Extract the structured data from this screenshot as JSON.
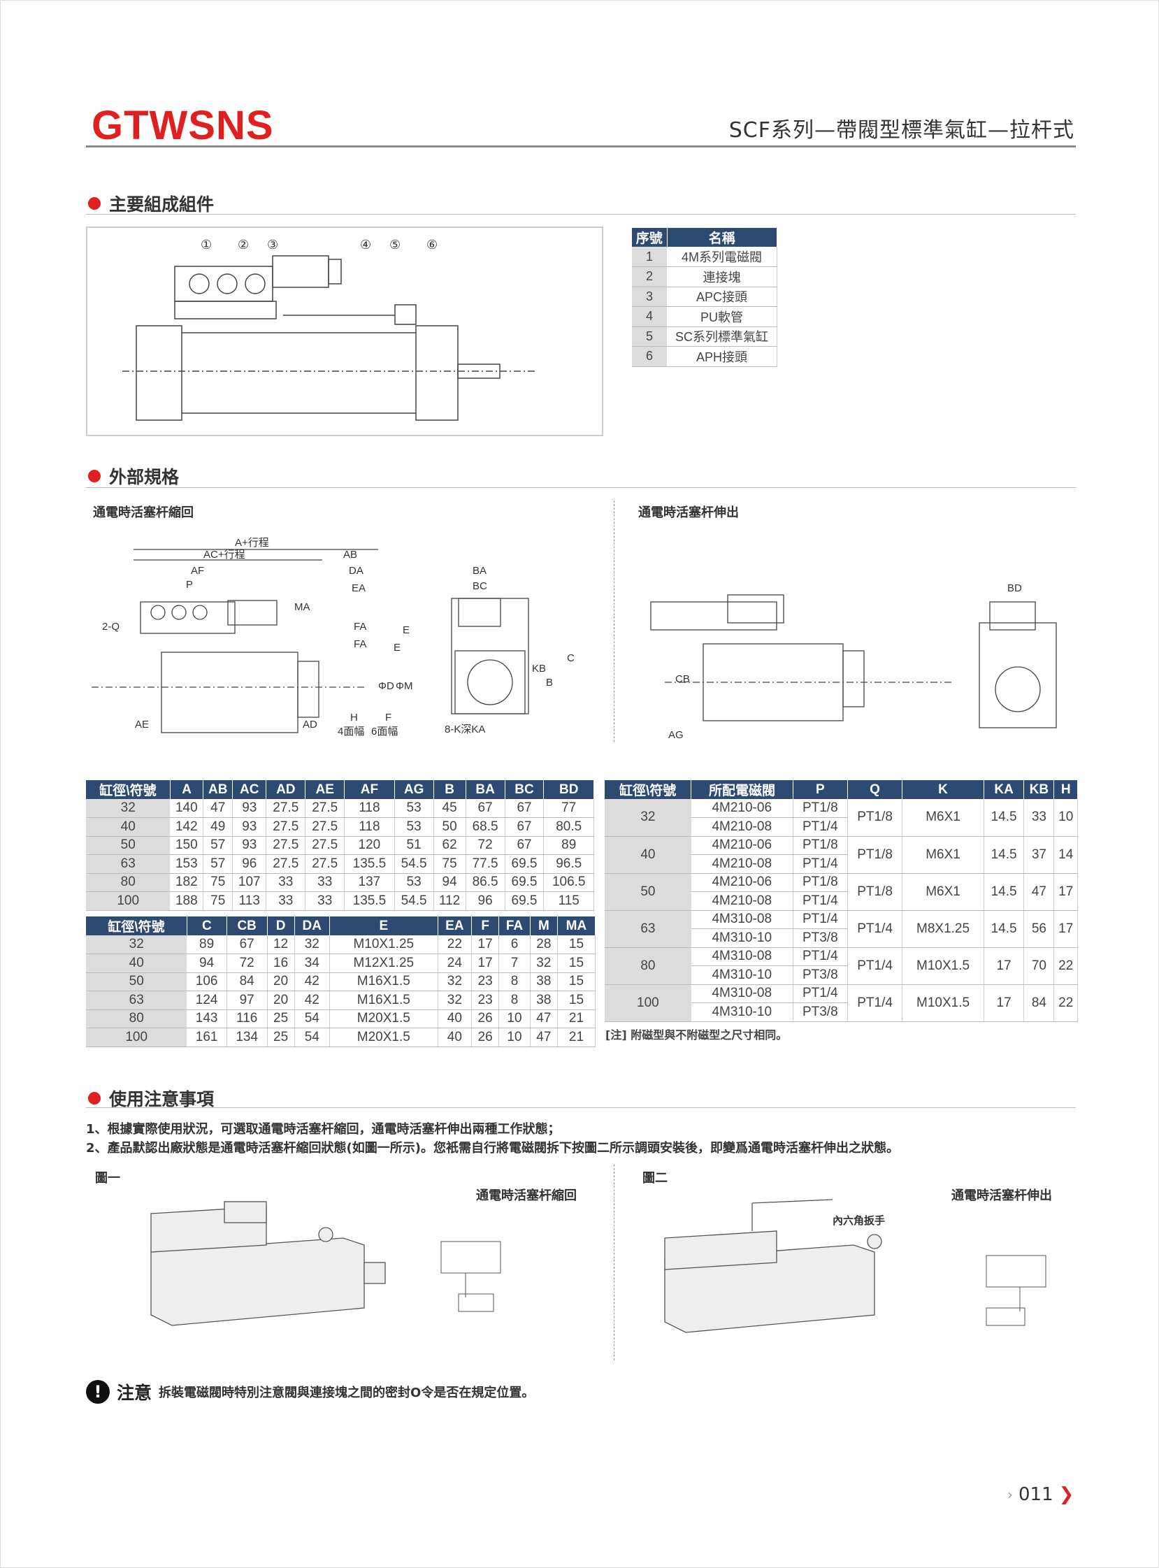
{
  "header": {
    "logo": "GTWSNS",
    "title": "SCF系列—帶閥型標準氣缸—拉杆式"
  },
  "sections": {
    "components": "主要組成組件",
    "specs": "外部規格",
    "usage": "使用注意事項"
  },
  "components_diagram": {
    "callouts": [
      "①",
      "②",
      "③",
      "④",
      "⑤",
      "⑥"
    ]
  },
  "parts_table": {
    "headers": [
      "序號",
      "名稱"
    ],
    "rows": [
      [
        "1",
        "4M系列電磁閥"
      ],
      [
        "2",
        "連接塊"
      ],
      [
        "3",
        "APC接頭"
      ],
      [
        "4",
        "PU軟管"
      ],
      [
        "5",
        "SC系列標準氣缸"
      ],
      [
        "6",
        "APH接頭"
      ]
    ]
  },
  "spec_drawings": {
    "left_label": "通電時活塞杆縮回",
    "right_label": "通電時活塞杆伸出",
    "dims_left": [
      "A+行程",
      "AC+行程",
      "AB",
      "AF",
      "DA",
      "P",
      "EA",
      "MA",
      "2-Q",
      "FA",
      "FA",
      "E",
      "E",
      "ΦD",
      "ΦM",
      "AE",
      "AD",
      "H",
      "F",
      "4面幅",
      "6面幅",
      "BA",
      "BC",
      "KB",
      "B",
      "C",
      "8-K深KA"
    ],
    "dims_right": [
      "BD",
      "CB",
      "AG"
    ]
  },
  "table1": {
    "headers": [
      "缸徑\\符號",
      "A",
      "AB",
      "AC",
      "AD",
      "AE",
      "AF",
      "AG",
      "B",
      "BA",
      "BC",
      "BD"
    ],
    "rows": [
      [
        "32",
        "140",
        "47",
        "93",
        "27.5",
        "27.5",
        "118",
        "53",
        "45",
        "67",
        "67",
        "77"
      ],
      [
        "40",
        "142",
        "49",
        "93",
        "27.5",
        "27.5",
        "118",
        "53",
        "50",
        "68.5",
        "67",
        "80.5"
      ],
      [
        "50",
        "150",
        "57",
        "93",
        "27.5",
        "27.5",
        "120",
        "51",
        "62",
        "72",
        "67",
        "89"
      ],
      [
        "63",
        "153",
        "57",
        "96",
        "27.5",
        "27.5",
        "135.5",
        "54.5",
        "75",
        "77.5",
        "69.5",
        "96.5"
      ],
      [
        "80",
        "182",
        "75",
        "107",
        "33",
        "33",
        "137",
        "53",
        "94",
        "86.5",
        "69.5",
        "106.5"
      ],
      [
        "100",
        "188",
        "75",
        "113",
        "33",
        "33",
        "135.5",
        "54.5",
        "112",
        "96",
        "69.5",
        "115"
      ]
    ]
  },
  "table2": {
    "headers": [
      "缸徑\\符號",
      "C",
      "CB",
      "D",
      "DA",
      "E",
      "EA",
      "F",
      "FA",
      "M",
      "MA"
    ],
    "rows": [
      [
        "32",
        "89",
        "67",
        "12",
        "32",
        "M10X1.25",
        "22",
        "17",
        "6",
        "28",
        "15"
      ],
      [
        "40",
        "94",
        "72",
        "16",
        "34",
        "M12X1.25",
        "24",
        "17",
        "7",
        "32",
        "15"
      ],
      [
        "50",
        "106",
        "84",
        "20",
        "42",
        "M16X1.5",
        "32",
        "23",
        "8",
        "38",
        "15"
      ],
      [
        "63",
        "124",
        "97",
        "20",
        "42",
        "M16X1.5",
        "32",
        "23",
        "8",
        "38",
        "15"
      ],
      [
        "80",
        "143",
        "116",
        "25",
        "54",
        "M20X1.5",
        "40",
        "26",
        "10",
        "47",
        "21"
      ],
      [
        "100",
        "161",
        "134",
        "25",
        "54",
        "M20X1.5",
        "40",
        "26",
        "10",
        "47",
        "21"
      ]
    ]
  },
  "table3": {
    "headers": [
      "缸徑\\符號",
      "所配電磁閥",
      "P",
      "Q",
      "K",
      "KA",
      "KB",
      "H"
    ],
    "rows": [
      {
        "bore": "32",
        "valves": [
          "4M210-06",
          "4M210-08"
        ],
        "p": [
          "PT1/8",
          "PT1/4"
        ],
        "q": "PT1/8",
        "k": "M6X1",
        "ka": "14.5",
        "kb": "33",
        "h": "10"
      },
      {
        "bore": "40",
        "valves": [
          "4M210-06",
          "4M210-08"
        ],
        "p": [
          "PT1/8",
          "PT1/4"
        ],
        "q": "PT1/8",
        "k": "M6X1",
        "ka": "14.5",
        "kb": "37",
        "h": "14"
      },
      {
        "bore": "50",
        "valves": [
          "4M210-06",
          "4M210-08"
        ],
        "p": [
          "PT1/8",
          "PT1/4"
        ],
        "q": "PT1/8",
        "k": "M6X1",
        "ka": "14.5",
        "kb": "47",
        "h": "17"
      },
      {
        "bore": "63",
        "valves": [
          "4M310-08",
          "4M310-10"
        ],
        "p": [
          "PT1/4",
          "PT3/8"
        ],
        "q": "PT1/4",
        "k": "M8X1.25",
        "ka": "14.5",
        "kb": "56",
        "h": "17"
      },
      {
        "bore": "80",
        "valves": [
          "4M310-08",
          "4M310-10"
        ],
        "p": [
          "PT1/4",
          "PT3/8"
        ],
        "q": "PT1/4",
        "k": "M10X1.5",
        "ka": "17",
        "kb": "70",
        "h": "22"
      },
      {
        "bore": "100",
        "valves": [
          "4M310-08",
          "4M310-10"
        ],
        "p": [
          "PT1/4",
          "PT3/8"
        ],
        "q": "PT1/4",
        "k": "M10X1.5",
        "ka": "17",
        "kb": "84",
        "h": "22"
      }
    ],
    "note": "[注] 附磁型與不附磁型之尺寸相同。"
  },
  "usage": {
    "notes": [
      "1、根據實際使用狀況，可選取通電時活塞杆縮回，通電時活塞杆伸出兩種工作狀態；",
      "2、產品默認出廠狀態是通電時活塞杆縮回狀態(如圖一所示)。您衹需自行將電磁閥拆下按圖二所示調頭安裝後，即變爲通電時活塞杆伸出之狀態。"
    ],
    "fig1_label": "圖一",
    "fig1_state": "通電時活塞杆縮回",
    "fig2_label": "圖二",
    "fig2_state": "通電時活塞杆伸出",
    "wrench_label": "內六角扳手"
  },
  "caution": {
    "title": "注意",
    "text": "拆裝電磁閥時特別注意閥與連接塊之間的密封O令是否在規定位置。"
  },
  "footer": {
    "page": "011"
  },
  "colors": {
    "brand": "#e02020",
    "table_header": "#2d4a73"
  }
}
